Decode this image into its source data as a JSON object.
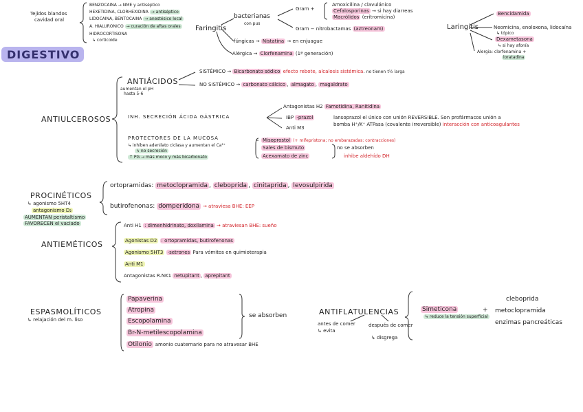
{
  "top": {
    "tejidos": "Tejidos blandos",
    "cavidad": "cavidad oral",
    "benzocaina": "BENZOCAINA → NME y antiséptico",
    "hexetidina": "HEXETIDINA, CLORHEXIDINA",
    "hexetidina_note": "→ antiséptico",
    "lidocaina": "LIDOCAINA, BENTOCAINA",
    "lidocaina_note": "→ anestésico local",
    "hialuronico": "A. HIALURONICO",
    "hialuronico_note": "→ curación de aftas orales",
    "hidrocortisona": "HIDROCORTISONA",
    "corticoide": "↳ corticoide",
    "faringitis": "Faringitis",
    "bacterianas": "bacterianas",
    "con_pus": "con pus",
    "gram_pos": "Gram +",
    "amoxicilina": "Amoxicilina / clavulánico",
    "cefalosporinas": "Cefalosporinas",
    "cefalosporinas_note": "→ si hay diarreas",
    "macrolidos": "Macrólidos",
    "macrolidos_note": "(eritromicina)",
    "gram_neg": "Gram −",
    "nitro": "nitrobactamas",
    "aztreonam": "(aztreonam)",
    "fungicas": "fúngicas",
    "nistatina": "Nistatina",
    "nistatina_note": "→ en enjuague",
    "alergica": "Alérgica",
    "clorfenamina": "Clorfenamina",
    "primera_gen": "(1ª generación)",
    "laringitis": "Laringitis",
    "bencidamida": "Bencidamida",
    "neomicina": "Neomicina, enoloxona, lidocaína",
    "tópico": "↳ tópico",
    "dexametasona": "Dexametasona",
    "afonia": "↳ si hay afonía",
    "alergia": "Alergia: clorfenamina +",
    "alergia2": "loratadina"
  },
  "title": "DIGESTIVO",
  "antiulcerosos": {
    "label": "ANTIULCEROSOS",
    "antiacidos": "ANTIÁCIDOS",
    "antiacidos_note": "aumentan el pH",
    "antiacidos_note2": "hasta 5-6",
    "sistemico": "SISTÉMICO",
    "bicarbonato": "Bicarbonato sódico",
    "efecto": "efecto rebote, alcalosis sistémica",
    "no_tienen": "no tienen",
    "t_larga": "t½ larga",
    "no_sistemico": "NO SISTÉMICO",
    "carbonato": "carbonato cálcico",
    "almagato": "almagato",
    "magaldrato": "magaldrato",
    "inh": "INH. SECRECIÓN ÁCIDA GÁSTRICA",
    "antagonistas_h2": "Antagonistas H2",
    "famotidina": "Famotidina, Ranitidina",
    "ibp": "IBP",
    "prazol": "-prazol",
    "lansoprazol": "lansoprazol el único con unión REVERSIBLE. Son profármacos unión a",
    "bomba": "bomba H⁺/K⁺ ATPasa (covalente irreversible)",
    "interaccion": "interacción con anticoagulantes",
    "anti_m3": "Anti M3",
    "protectores": "PROTECTORES DE LA MUCOSA",
    "protectores_note": "↳ inhiben adenilato ciclasa y aumentan el Ca²⁺",
    "protectores_note2": "↳ no secreción",
    "protectores_note3": "↑ PG → más moco y más bicarbonato",
    "misoprostol": "Misoprostol",
    "misoprostol_note": "(+ mifepristona; no embarazadas: contracciones)",
    "sales": "Sales de bismuto",
    "acexamato": "Acexamato de zinc",
    "no_absorben": "no se absorben",
    "inhibe": "inhibe aldehído DH"
  },
  "procineticos": {
    "label": "PROCINÉTICOS",
    "agonismo": "↳ agonismo 5HT4",
    "antagonismo": "antagonismo D₂",
    "aumentan": "AUMENTAN peristaltismo",
    "favorecen": "FAVORECEN el vaciado",
    "ortopramidas": "ortopramidas:",
    "metoclopramida": "metoclopramida",
    "cleboprida": "cleboprida",
    "cinitaprida": "cinitaprida",
    "levosulpirida": "levosulpirida",
    "butirofenonas": "butirofenonas:",
    "domperidona": "domperidona",
    "atraviesa": "→ atraviesa BHE: EEP"
  },
  "antiemeticos": {
    "label": "ANTIEMÉTICOS",
    "anti_h1": "Anti H1",
    "dimenhidrinato": ": dimenhidrinato, doxilamina",
    "atraviesan": "→ atraviesan BHE: sueño",
    "agonistas_d2": "Agonistas D2",
    "ortopramidas2": ": ortopramidas, butirofenonas",
    "agonismo_5ht3": "Agonismo 5HT3",
    "setrones": "-setrones",
    "vomitos": "Para vómitos en quimioterapia",
    "anti_m1": "Anti M1",
    "antagonistas_nk1": "Antagonistas R.NK1",
    "netupitant": "netupitant",
    "aprepitant": "aprepitant"
  },
  "espasmoliticos": {
    "label": "ESPASMOLÍTICOS",
    "relajacion": "↳ relajación del m. liso",
    "papaverina": "Papaverina",
    "atropina": "Atropina",
    "escopolamina": "Escopolamina",
    "br_n": "Br-N-metilescopolamina",
    "otilonio": "Otilonio",
    "amonio": "amonio cuaternario para no atravesar BHE",
    "se_absorben": "se absorben"
  },
  "antiflatulencias": {
    "label": "ANTIFLATULENCIAS",
    "antes": "antes de comer",
    "evita": "↳ evita",
    "despues": "después de comer",
    "disgrega": "↳ disgrega",
    "simeticona": "Simeticona",
    "reduce": "↳ reduce la tensión superficial",
    "plus": "+",
    "cleboprida": "cleboprida",
    "metoclopramida": "metoclopramida",
    "enzimas": "enzimas pancreáticas"
  }
}
